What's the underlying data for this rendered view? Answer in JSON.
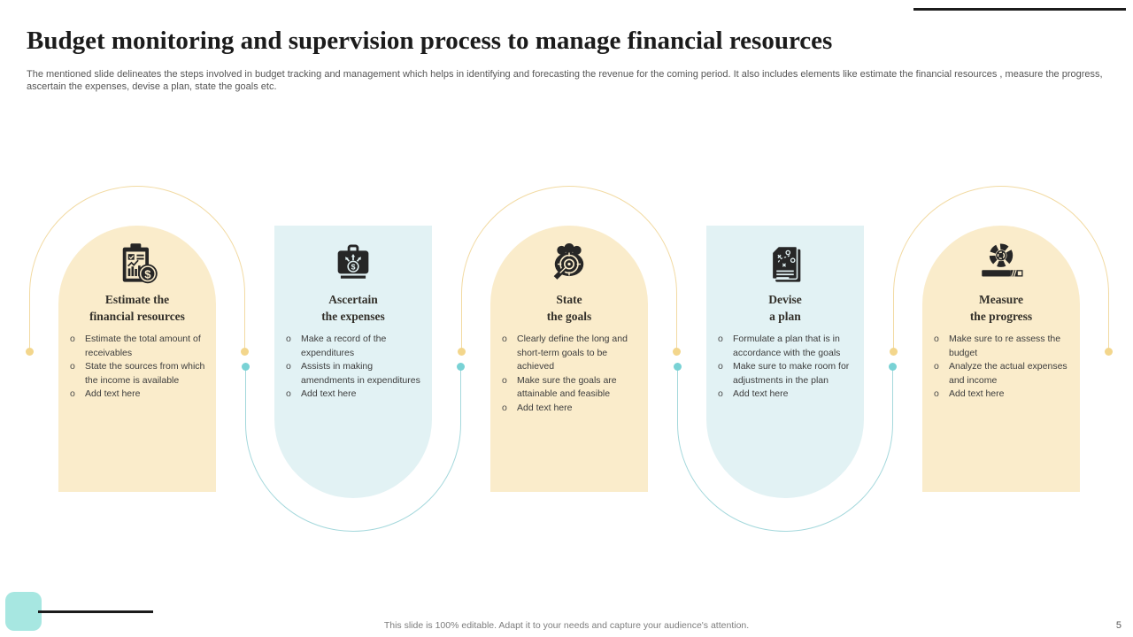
{
  "header": {
    "title": "Budget monitoring and supervision process to manage financial resources",
    "subtitle": "The mentioned slide delineates the steps involved in budget tracking and management which helps in identifying and forecasting the revenue for the coming period. It also includes elements like estimate the financial resources , measure the progress, ascertain the expenses, devise a plan, state the goals etc."
  },
  "ui": {
    "bullet_marker": "o"
  },
  "steps": [
    {
      "icon": "clipboard-dollar-icon",
      "title_line1": "Estimate the",
      "title_line2": "financial resources",
      "bullets": [
        "Estimate the total amount of receivables",
        "State the sources from which the income is available",
        "Add text here"
      ]
    },
    {
      "icon": "briefcase-dollar-icon",
      "title_line1": "Ascertain",
      "title_line2": "the expenses",
      "bullets": [
        "Make a record of the expenditures",
        "Assists in making amendments in expenditures",
        "Add text here"
      ]
    },
    {
      "icon": "team-target-icon",
      "title_line1": "State",
      "title_line2": "the goals",
      "bullets": [
        "Clearly define the long and short-term goals to be achieved",
        "Make sure the goals are attainable and feasible",
        "Add text here"
      ]
    },
    {
      "icon": "strategy-document-icon",
      "title_line1": "Devise",
      "title_line2": "a plan",
      "bullets": [
        "Formulate a plan that is in accordance with the goals",
        "Make sure to make room for adjustments in the plan",
        "Add text here"
      ]
    },
    {
      "icon": "progress-gauge-icon",
      "title_line1": "Measure",
      "title_line2": "the progress",
      "bullets": [
        "Make sure to re assess the budget",
        "Analyze the actual expenses and income",
        "Add text here"
      ]
    }
  ],
  "footer": {
    "note": "This slide is 100% editable. Adapt it to your needs and capture your audience's attention.",
    "page_number": "5"
  },
  "colors": {
    "cream_fill": "#faeccb",
    "teal_fill": "#e2f2f4",
    "arch_stroke": "#f2daa2",
    "u_stroke": "#a4d8dc",
    "dot_yellow": "#f3d68c",
    "dot_teal": "#79d2d5",
    "icon_dark": "#262626",
    "accent_square": "#a7e7e1"
  }
}
